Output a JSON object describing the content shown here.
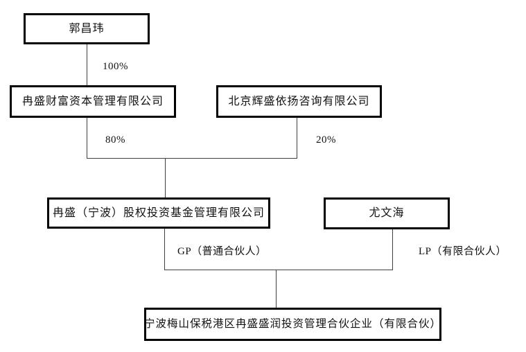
{
  "colors": {
    "background": "#ffffff",
    "box_border": "#000000",
    "connector_line": "#3f3f3f",
    "text": "#111111"
  },
  "nodes": [
    {
      "id": "guo-changwei",
      "label": "郭昌玮"
    },
    {
      "id": "ransheng-wealth",
      "label": "冉盛财富资本管理有限公司"
    },
    {
      "id": "beijing-huisheng",
      "label": "北京辉盛依扬咨询有限公司"
    },
    {
      "id": "ransheng-ningbo",
      "label": "冉盛（宁波）股权投资基金管理有限公司"
    },
    {
      "id": "you-wenhai",
      "label": "尤文海"
    },
    {
      "id": "ningbo-meishan",
      "label": "宁波梅山保税港区冉盛盛润投资管理合伙企业（有限合伙）"
    }
  ],
  "edges": [
    {
      "from": "郭昌玮",
      "to": "冉盛财富资本管理有限公司",
      "label": "100%"
    },
    {
      "from": "冉盛财富资本管理有限公司",
      "to": "冉盛（宁波）股权投资基金管理有限公司",
      "label": "80%"
    },
    {
      "from": "北京辉盛依扬咨询有限公司",
      "to": "冉盛（宁波）股权投资基金管理有限公司",
      "label": "20%"
    },
    {
      "from": "冉盛（宁波）股权投资基金管理有限公司",
      "to": "宁波梅山保税港区冉盛盛润投资管理合伙企业（有限合伙）",
      "label": "GP（普通合伙人）"
    },
    {
      "from": "尤文海",
      "to": "宁波梅山保税港区冉盛盛润投资管理合伙企业（有限合伙）",
      "label": "LP（有限合伙人）"
    }
  ]
}
